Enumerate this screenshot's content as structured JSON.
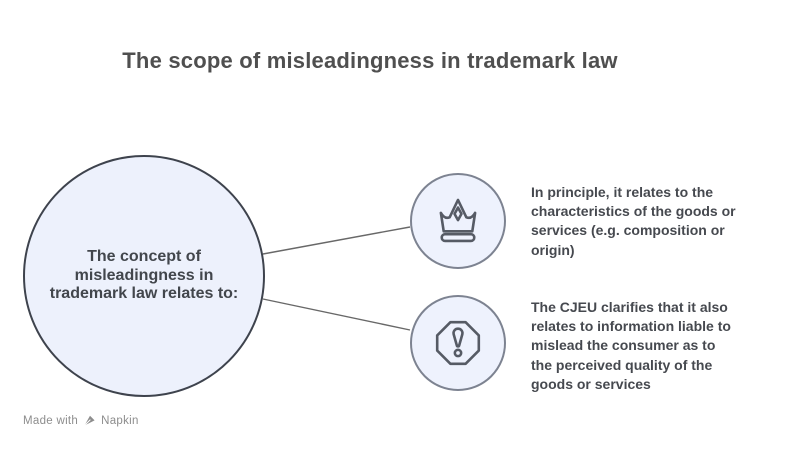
{
  "title": "The scope of misleadingness in trademark law",
  "diagram": {
    "center_label": "The concept of\nmisleadingness in\ntrademark law relates to:",
    "branches": [
      {
        "icon": "crown",
        "text": "In principle, it relates to the\ncharacteristics of the goods or\nservices (e.g. composition or\norigin)"
      },
      {
        "icon": "warning-octagon",
        "text": "The CJEU clarifies that it also\nrelates to information liable to\nmislead the consumer as to\nthe perceived quality of the\ngoods or services"
      }
    ]
  },
  "footer": {
    "made_with_label": "Made with",
    "brand": "Napkin"
  },
  "colors": {
    "background": "#ffffff",
    "node_fill": "#edf1fc",
    "center_node_border": "#3e434d",
    "icon_node_border": "#7d8391",
    "icon_stroke": "#565b65",
    "connector_line": "#686868",
    "title_text": "#4f4f4f",
    "body_text": "#46494f",
    "badge_text": "#8d8d8d"
  }
}
